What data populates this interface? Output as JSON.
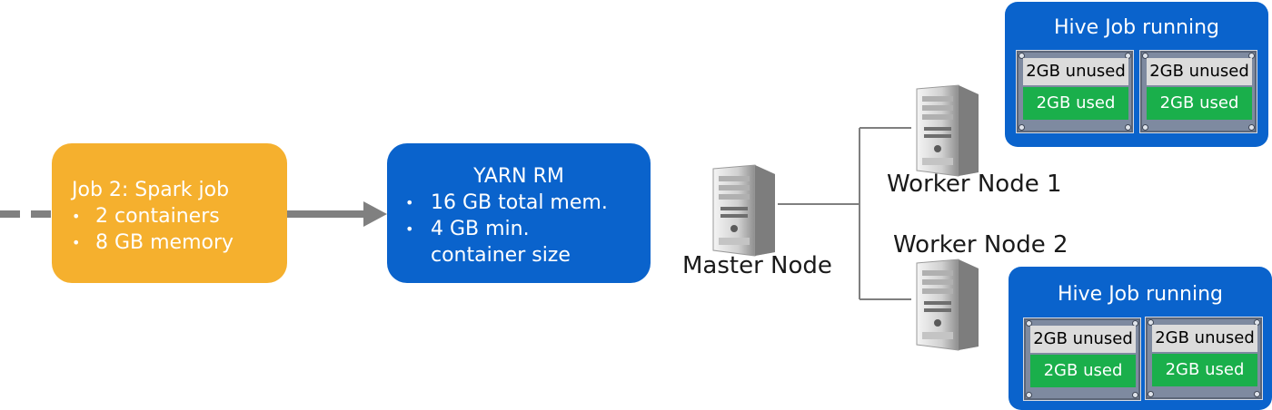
{
  "job": {
    "title": "Job 2: Spark job",
    "bullets": [
      "2 containers",
      "8 GB memory"
    ]
  },
  "rm": {
    "title": "YARN RM",
    "bullet1": "16 GB total mem.",
    "bullet2_line1": "4 GB min.",
    "bullet2_line2": "container size"
  },
  "nodes": {
    "master": "Master Node",
    "worker1": "Worker Node 1",
    "worker2": "Worker Node 2"
  },
  "hive_top": {
    "title": "Hive Job running",
    "containers": [
      {
        "unused": "2GB unused",
        "used": "2GB used"
      },
      {
        "unused": "2GB unused",
        "used": "2GB used"
      }
    ]
  },
  "hive_bottom": {
    "title": "Hive Job running",
    "containers": [
      {
        "unused": "2GB unused",
        "used": "2GB used"
      },
      {
        "unused": "2GB unused",
        "used": "2GB used"
      }
    ]
  },
  "colors": {
    "job_box": "#f5b02e",
    "rm_box": "#0a63cc",
    "arrow": "#808080",
    "used": "#1aaf4b",
    "unused": "#dcdcdc",
    "connector": "#7f7f7f"
  },
  "icons": {
    "server": "server-icon",
    "bullet": "bullet-dot"
  }
}
